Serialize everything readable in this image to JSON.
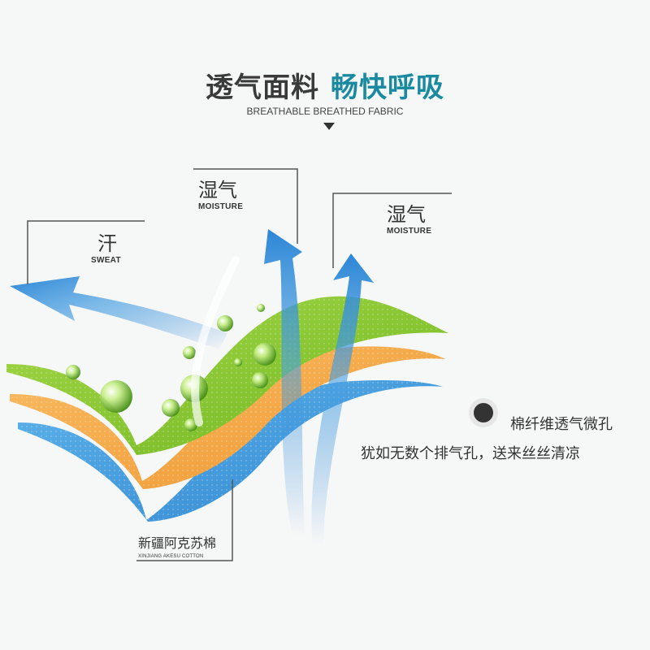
{
  "header": {
    "title_part1": "透气面料",
    "title_part2": "畅快呼吸",
    "subtitle": "BREATHABLE BREATHED FABRIC"
  },
  "labels": {
    "moisture_left": {
      "cn": "湿气",
      "en": "MOISTURE"
    },
    "moisture_right": {
      "cn": "湿气",
      "en": "MOISTURE"
    },
    "sweat": {
      "cn": "汗",
      "en": "SWEAT"
    },
    "cotton": {
      "cn": "新疆阿克苏棉",
      "en": "XINJIANG AKESU COTTON"
    }
  },
  "feature": {
    "line1": "棉纤维透气微孔",
    "line2": "犹如无数个排气孔，送来丝丝清凉"
  },
  "colors": {
    "title_dark": "#3a3a3a",
    "title_teal": "#1a8aa0",
    "layer_green": "#8ccb2e",
    "layer_orange": "#f5a742",
    "layer_blue": "#3f9bdc",
    "arrow_blue": "#2c86d6"
  }
}
